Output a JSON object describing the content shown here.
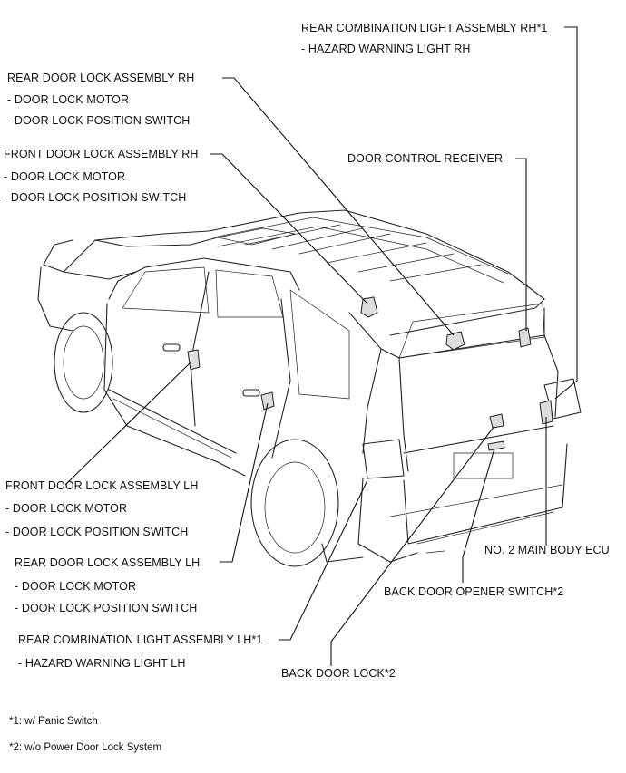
{
  "labels": {
    "rear_combo_rh": {
      "title": "REAR COMBINATION LIGHT ASSEMBLY RH*1",
      "items": [
        "- HAZARD WARNING LIGHT RH"
      ]
    },
    "rear_door_rh": {
      "title": "REAR DOOR LOCK ASSEMBLY RH",
      "items": [
        "- DOOR LOCK MOTOR",
        "- DOOR LOCK POSITION SWITCH"
      ]
    },
    "front_door_rh": {
      "title": "FRONT DOOR LOCK ASSEMBLY RH",
      "items": [
        "- DOOR LOCK MOTOR",
        "- DOOR LOCK POSITION SWITCH"
      ]
    },
    "door_control_receiver": {
      "title": "DOOR CONTROL RECEIVER"
    },
    "front_door_lh": {
      "title": "FRONT DOOR LOCK ASSEMBLY LH",
      "items": [
        "- DOOR LOCK MOTOR",
        "- DOOR LOCK POSITION SWITCH"
      ]
    },
    "rear_door_lh": {
      "title": "REAR DOOR LOCK ASSEMBLY LH",
      "items": [
        "- DOOR LOCK MOTOR",
        "- DOOR LOCK POSITION SWITCH"
      ]
    },
    "no2_main_body_ecu": {
      "title": "NO. 2 MAIN BODY ECU"
    },
    "back_door_opener_switch": {
      "title": "BACK DOOR OPENER SWITCH*2"
    },
    "rear_combo_lh": {
      "title": "REAR COMBINATION LIGHT ASSEMBLY LH*1",
      "items": [
        "- HAZARD WARNING LIGHT LH"
      ]
    },
    "back_door_lock": {
      "title": "BACK DOOR LOCK*2"
    }
  },
  "footnotes": [
    "*1: w/ Panic Switch",
    "*2: w/o Power Door Lock System"
  ]
}
